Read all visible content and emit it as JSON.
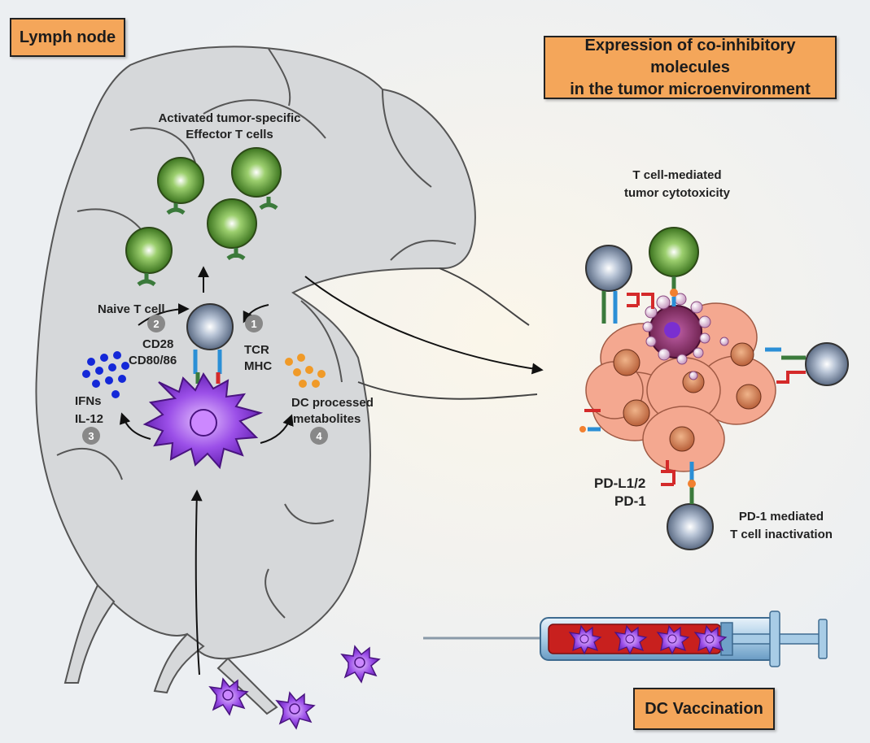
{
  "boxes": {
    "lymph_node": "Lymph node",
    "expression_line1": "Expression of co-inhibitory molecules",
    "expression_line2": "in the tumor microenvironment",
    "dc_vaccination": "DC Vaccination"
  },
  "labels": {
    "activated_line1": "Activated tumor-specific",
    "activated_line2": "Effector T cells",
    "naive_t_cell": "Naive T cell",
    "step1_num": "1",
    "step1_a": "TCR",
    "step1_b": "MHC",
    "step2_num": "2",
    "step2_a": "CD28",
    "step2_b": "CD80/86",
    "step3_num": "3",
    "step3_a": "IFNs",
    "step3_b": "IL-12",
    "step4_num": "4",
    "step4_a": "DC processed",
    "step4_b": "metabolites",
    "cytotox_line1": "T cell-mediated",
    "cytotox_line2": "tumor cytotoxicity",
    "pdl1": "PD-L1/2",
    "pd1": "PD-1",
    "inact_line1": "PD-1 mediated",
    "inact_line2": "T cell inactivation"
  },
  "colors": {
    "lymph_fill": "#d6d8da",
    "effector_t": "#4f8a2e",
    "naive_t": "#8ea0b8",
    "dc": "#8a3fd6",
    "tumor": "#f4a890",
    "ifn_dots": "#1428d8",
    "metabolite_dots": "#f09a28",
    "tcr_blue": "#2b8fd6",
    "mhc_green": "#3b7a3b",
    "pd_red": "#d42a2a"
  }
}
